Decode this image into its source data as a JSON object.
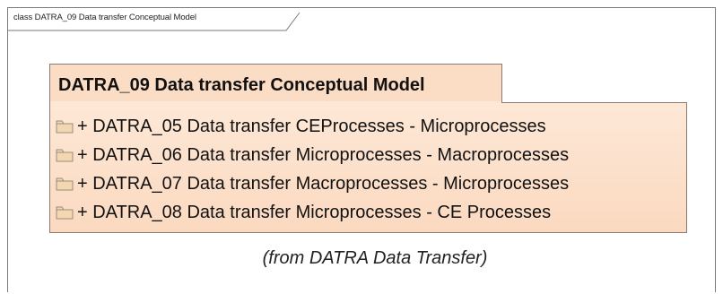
{
  "frame": {
    "title": "class DATRA_09 Data transfer Conceptual Model"
  },
  "package": {
    "title": "DATRA_09 Data transfer Conceptual Model",
    "items": [
      {
        "icon": "package-icon",
        "label": "+ DATRA_05 Data transfer CEProcesses - Microprocesses"
      },
      {
        "icon": "package-icon",
        "label": "+ DATRA_06 Data transfer Microprocesses - Macroprocesses"
      },
      {
        "icon": "package-icon",
        "label": "+ DATRA_07 Data transfer Macroprocesses - Microprocesses"
      },
      {
        "icon": "package-icon",
        "label": "+ DATRA_08 Data transfer Microprocesses - CE Processes"
      }
    ],
    "fill_color": "#fbdcc4",
    "border_color": "#8a7a70"
  },
  "from_note": "(from DATRA Data Transfer)"
}
